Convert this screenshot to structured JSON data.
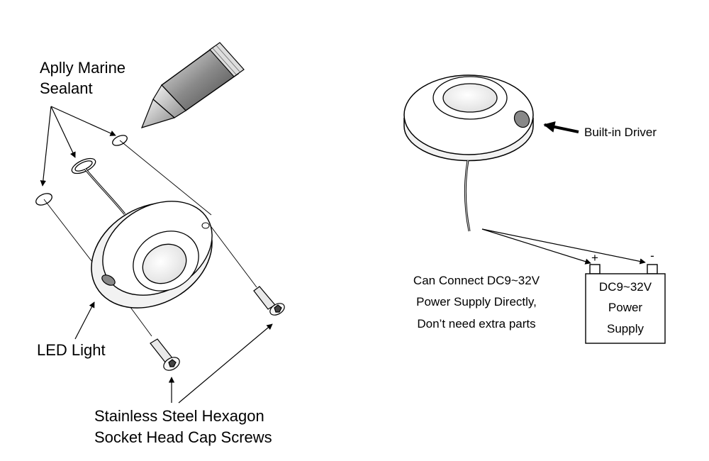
{
  "left_diagram": {
    "sealant_label": [
      "Aplly Marine",
      "Sealant"
    ],
    "led_label": "LED Light",
    "screws_label": [
      "Stainless Steel Hexagon",
      "Socket Head Cap Screws"
    ]
  },
  "right_diagram": {
    "driver_label": "Built-in Driver",
    "connect_note": [
      "Can Connect DC9~32V",
      "Power Supply Directly,",
      "Don’t need extra parts"
    ],
    "battery": {
      "plus": "+",
      "minus": "-",
      "lines": [
        "DC9~32V",
        "Power",
        "Supply"
      ]
    }
  }
}
